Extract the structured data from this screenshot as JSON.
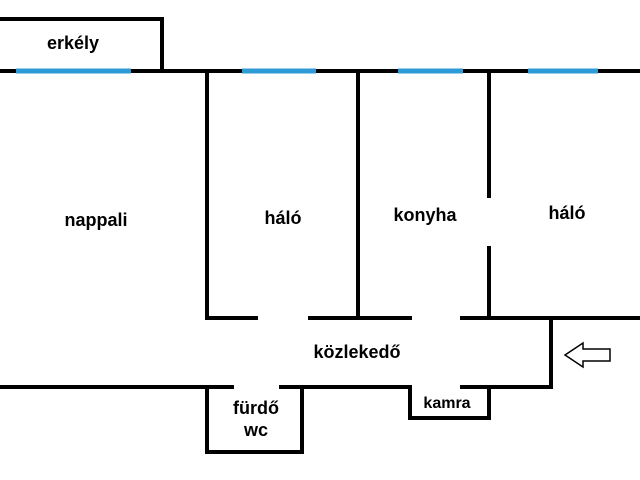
{
  "colors": {
    "wall": "#000000",
    "window": "#2e9bd6",
    "background": "#ffffff",
    "arrow": "#000000"
  },
  "rooms": {
    "balcony": "erkély",
    "living_room": "nappali",
    "bedroom_1": "háló",
    "kitchen": "konyha",
    "bedroom_2": "háló",
    "hallway": "közlekedő",
    "bathroom_line1": "fürdő",
    "bathroom_line2": "wc",
    "pantry": "kamra"
  },
  "icons": {
    "entrance": "entrance-arrow-icon"
  }
}
